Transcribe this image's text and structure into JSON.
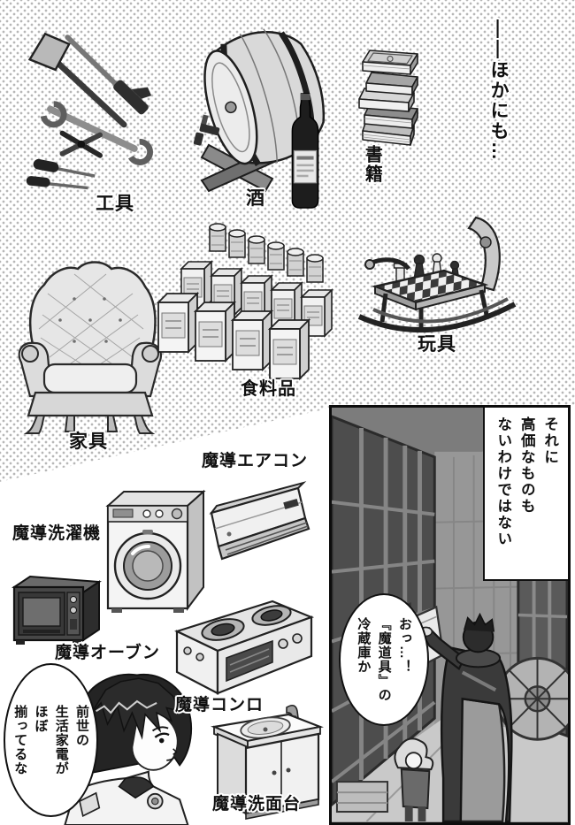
{
  "panel_goods": {
    "narration": "——ほかにも…",
    "labels": {
      "tools": "工具",
      "liquor": "酒",
      "books": "書籍",
      "furniture": "家具",
      "groceries": "食料品",
      "toys": "玩具"
    }
  },
  "panel_appliances": {
    "labels": {
      "aircon": "魔導エアコン",
      "washer": "魔導洗濯機",
      "oven": "魔導オーブン",
      "stove": "魔導コンロ",
      "basin": "魔導洗面台"
    },
    "speech": {
      "lines": [
        "前世の",
        "生活家電が",
        "ほぼ",
        "揃ってるな"
      ]
    }
  },
  "panel_warehouse": {
    "caption_lines": [
      "それに",
      "高価なものも",
      "ないわけではない"
    ],
    "speech_lines": [
      "おっ…！",
      "『魔道具』の",
      "冷蔵庫か"
    ]
  }
}
